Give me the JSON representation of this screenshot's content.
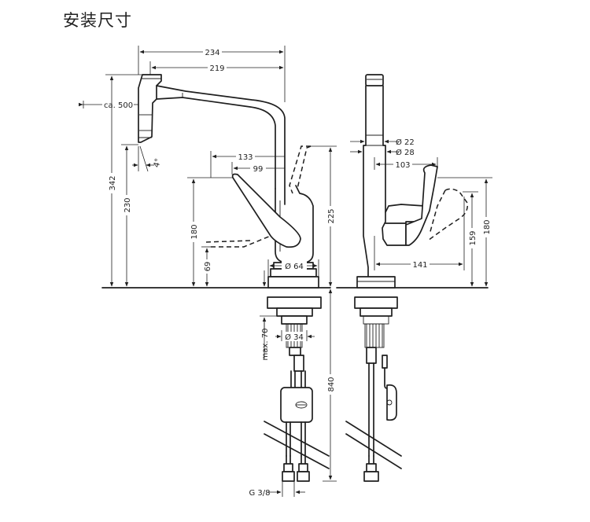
{
  "title": "安装尺寸",
  "dimensions": {
    "d234": "234",
    "d219": "219",
    "ca500": "ca. 500",
    "angle": "4°",
    "d133": "133",
    "d99": "99",
    "d342": "342",
    "d230": "230",
    "d180_left": "180",
    "d69": "69",
    "d225": "225",
    "dia64": "Ø 64",
    "max70": "max. 70",
    "dia34": "Ø 34",
    "d840": "840",
    "g38": "G 3/8",
    "dia22": "Ø 22",
    "dia28": "Ø 28",
    "d103": "103",
    "d159": "159",
    "d180_right": "180",
    "d141": "141"
  }
}
